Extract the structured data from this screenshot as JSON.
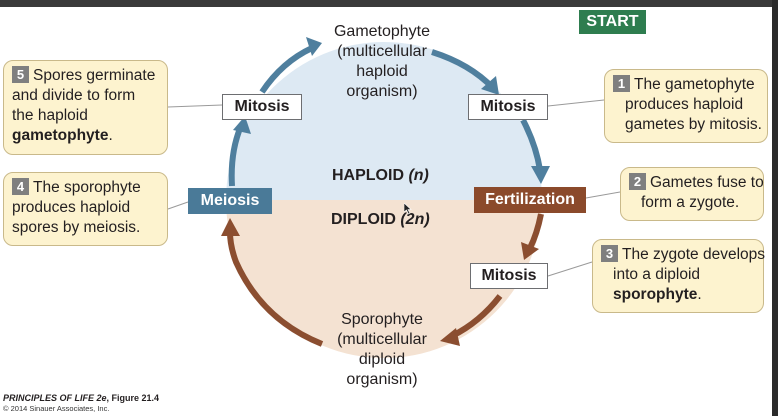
{
  "start_label": "START",
  "stages": {
    "gametophyte": [
      "Gametophyte",
      "(multicellular",
      "haploid",
      "organism)"
    ],
    "sporophyte": [
      "Sporophyte",
      "(multicellular",
      "diploid",
      "organism)"
    ]
  },
  "ploidy": {
    "haploid_label": "HAPLOID",
    "haploid_var": "(n)",
    "diploid_label": "DIPLOID",
    "diploid_var": "(2n)"
  },
  "processes": {
    "mitosis_top_left": "Mitosis",
    "mitosis_top_right": "Mitosis",
    "mitosis_bottom_right": "Mitosis",
    "meiosis": "Meiosis",
    "fertilization": "Fertilization"
  },
  "callouts": {
    "step1": {
      "num": "1",
      "lines": [
        "The gametophyte",
        "produces haploid",
        "gametes by mitosis."
      ]
    },
    "step2": {
      "num": "2",
      "lines": [
        "Gametes fuse to",
        "form a zygote."
      ]
    },
    "step3": {
      "num": "3",
      "lines": [
        "The zygote develops",
        "into a diploid"
      ],
      "bold": "sporophyte",
      "end": "."
    },
    "step4": {
      "num": "4",
      "lines": [
        "The sporophyte",
        "produces haploid",
        "spores by meiosis."
      ]
    },
    "step5": {
      "num": "5",
      "lines": [
        "Spores germinate",
        "and divide to form",
        "the haploid"
      ],
      "bold": "gametophyte",
      "end": "."
    }
  },
  "caption": {
    "title": "PRINCIPLES OF LIFE 2e",
    "figure": ", Figure 21.4",
    "copyright": "© 2014 Sinauer Associates, Inc."
  },
  "colors": {
    "haploid_fill": "#dde9f3",
    "diploid_fill": "#f4e2d2",
    "blue_arrow": "#4f7f9e",
    "brown_arrow": "#8b4e30",
    "start_green": "#2e7d4f",
    "callout_fill": "#fdf3cf"
  }
}
